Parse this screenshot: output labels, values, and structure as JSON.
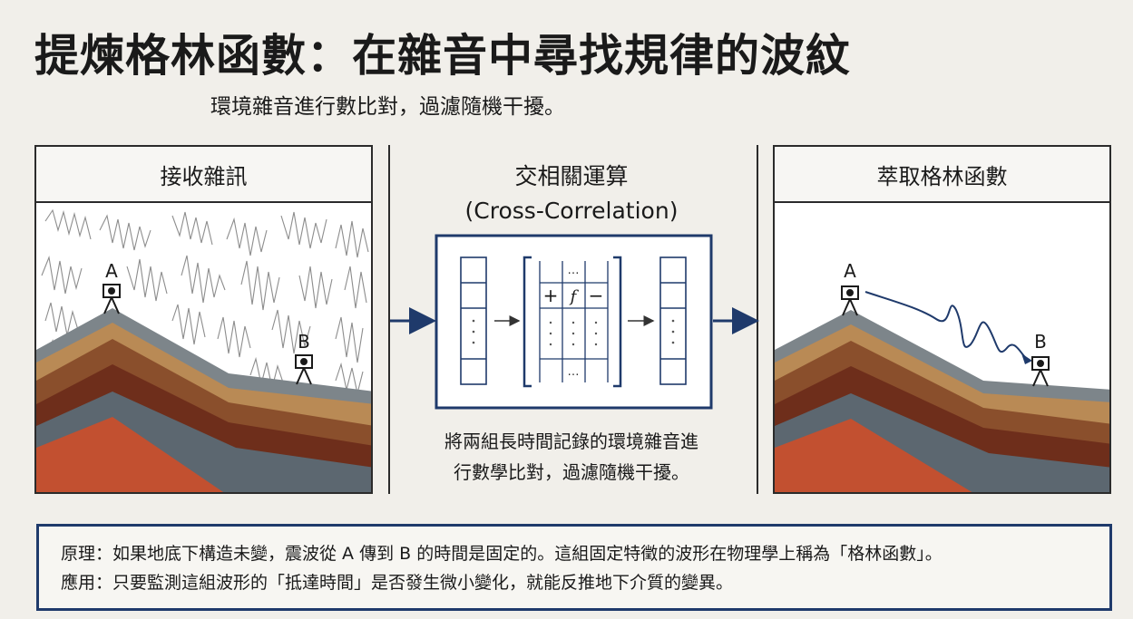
{
  "title": "提煉格林函數：在雜音中尋找規律的波紋",
  "subtitle": "環境雜音進行數比對，過濾隨機干擾。",
  "panels": {
    "left": {
      "heading": "接收雜訊",
      "station_a": "A",
      "station_b": "B"
    },
    "middle": {
      "heading_line1": "交相關運算",
      "heading_line2": "(Cross-Correlation)",
      "matrix_top": "…",
      "matrix_bottom": "…",
      "matrix_plus": "+",
      "matrix_f": "f",
      "matrix_minus": "−",
      "caption_line1": "將兩組長時間記錄的環境雜音進",
      "caption_line2": "行數學比對，過濾隨機干擾。"
    },
    "right": {
      "heading": "萃取格林函數",
      "station_a": "A",
      "station_b": "B"
    }
  },
  "info_box": {
    "line1": "原理：如果地底下構造未變，震波從 A 傳到 B 的時間是固定的。這組固定特徵的波形在物理學上稱為「格林函數」。",
    "line2": "應用：只要監測這組波形的「抵達時間」是否發生微小變化，就能反推地下介質的變異。"
  },
  "colors": {
    "navy": "#1f3a6b",
    "layer_gray": "#7d858a",
    "layer_tan": "#b98a55",
    "layer_brown": "#8a4f2c",
    "layer_dark": "#6e2e1b",
    "layer_orange": "#c25030",
    "layer_slate": "#5c6770"
  }
}
